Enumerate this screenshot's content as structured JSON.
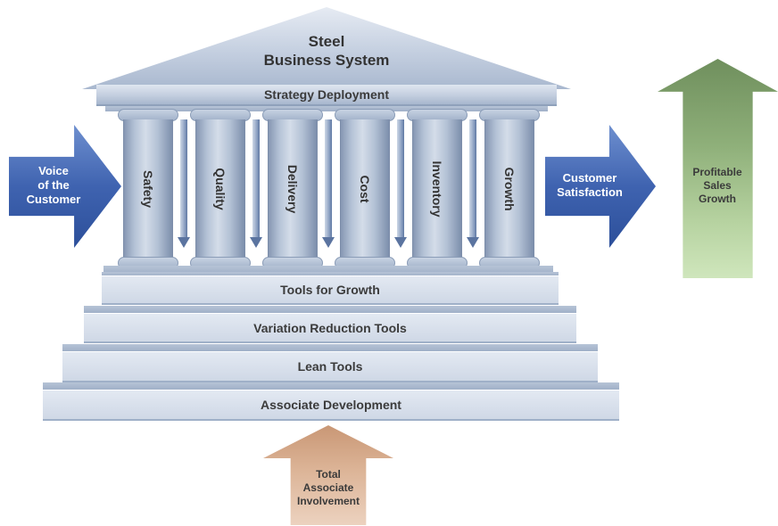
{
  "roof": {
    "title_line1": "Steel",
    "title_line2": "Business System"
  },
  "architrave": {
    "label": "Strategy Deployment"
  },
  "pillars": [
    {
      "label": "Safety"
    },
    {
      "label": "Quality"
    },
    {
      "label": "Delivery"
    },
    {
      "label": "Cost"
    },
    {
      "label": "Inventory"
    },
    {
      "label": "Growth"
    }
  ],
  "foundation": [
    {
      "label": "Tools for Growth"
    },
    {
      "label": "Variation Reduction Tools"
    },
    {
      "label": "Lean Tools"
    },
    {
      "label": "Associate Development"
    }
  ],
  "input_arrow": {
    "line1": "Voice",
    "line2": "of the",
    "line3": "Customer"
  },
  "output_arrow": {
    "line1": "Customer",
    "line2": "Satisfaction"
  },
  "growth_arrow": {
    "line1": "Profitable",
    "line2": "Sales",
    "line3": "Growth"
  },
  "involvement_arrow": {
    "line1": "Total",
    "line2": "Associate",
    "line3": "Involvement"
  }
}
